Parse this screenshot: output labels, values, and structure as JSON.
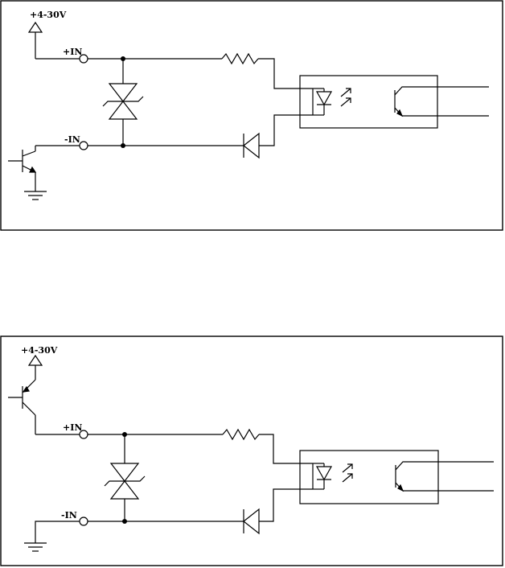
{
  "circuits": [
    {
      "supply_label": "+4-30V",
      "plus_label": "+IN",
      "minus_label": "-IN"
    },
    {
      "supply_label": "+4-30V",
      "plus_label": "+IN",
      "minus_label": "-IN"
    }
  ],
  "colors": {
    "line": "#000000",
    "background": "#ffffff"
  }
}
